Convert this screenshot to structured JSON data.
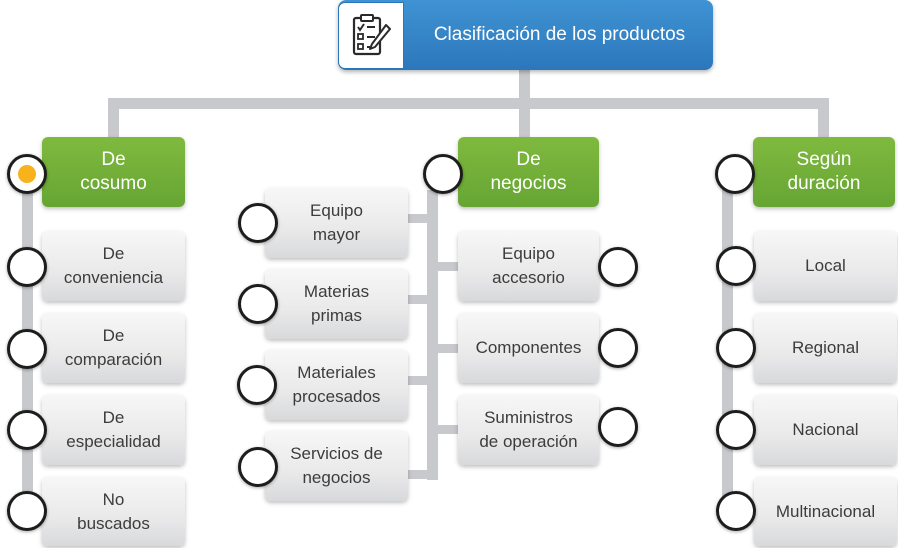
{
  "title": "Clasificación de los productos",
  "title_icon": "checklist-pen-icon",
  "colors": {
    "title": "#2f7fc3",
    "category": "#72ae38",
    "item": "#e6e6e7",
    "connector": "#c7c9cc",
    "active_dot": "#f8b21b"
  },
  "consumo": {
    "heading": "De\ncosumo",
    "items": [
      "De\nconveniencia",
      "De\ncomparación",
      "De\nespecialidad",
      "No\nbuscados"
    ]
  },
  "negocios": {
    "heading": "De\nnegocios",
    "left_items": [
      "Equipo\nmayor",
      "Materias\nprimas",
      "Materiales\nprocesados",
      "Servicios de\nnegocios"
    ],
    "right_items": [
      "Equipo\naccesorio",
      "Componentes",
      "Suministros\nde operación"
    ]
  },
  "duracion": {
    "heading": "Según\nduración",
    "items": [
      "Local",
      "Regional",
      "Nacional",
      "Multinacional"
    ]
  }
}
